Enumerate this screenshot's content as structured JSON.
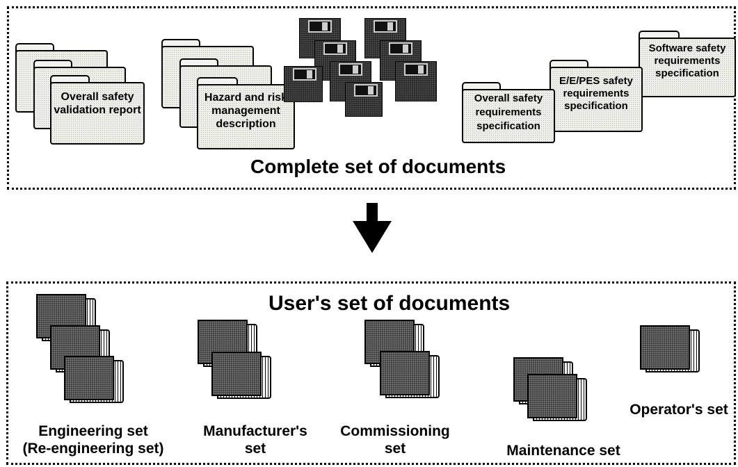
{
  "top_panel": {
    "title": "Complete set of documents",
    "folders": [
      {
        "label": "Overall safety validation report"
      },
      {
        "label": "Hazard and risk management description"
      },
      {
        "label": "Overall safety requirements specification"
      },
      {
        "label": "E/E/PES safety requirements specification"
      },
      {
        "label": "Software safety requirements specification"
      }
    ]
  },
  "arrow": {
    "icon": "down-arrow-icon"
  },
  "bottom_panel": {
    "title": "User's set of documents",
    "sets": [
      {
        "line1": "Engineering set",
        "line2": "(Re-engineering set)"
      },
      {
        "line1": "Manufacturer's",
        "line2": "set"
      },
      {
        "line1": "Commissioning",
        "line2": "set"
      },
      {
        "line1": "Maintenance set",
        "line2": ""
      },
      {
        "line1": "Operator's set",
        "line2": ""
      }
    ]
  }
}
